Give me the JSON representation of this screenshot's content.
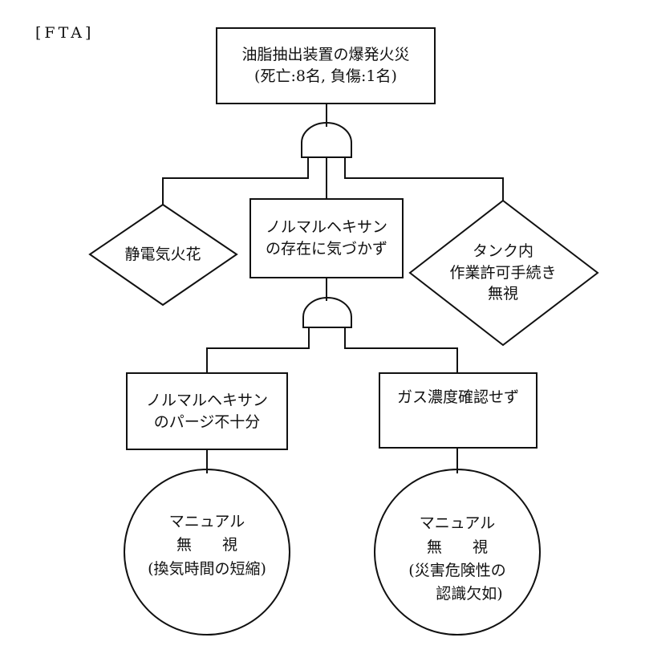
{
  "heading": "[FTA]",
  "top_event": {
    "line1": "油脂抽出装置の爆発火災",
    "line2": "(死亡:8名, 負傷:1名)"
  },
  "left_diamond": "静電気火花",
  "middle_box": {
    "line1": "ノルマルヘキサン",
    "line2": "の存在に気づかず"
  },
  "right_diamond": {
    "line1": "タンク内",
    "line2": "作業許可手続き",
    "line3": "無視"
  },
  "box_purge": {
    "line1": "ノルマルヘキサン",
    "line2": "のパージ不十分"
  },
  "box_gas": "ガス濃度確認せず",
  "circle_left": {
    "line1": "マニュアル",
    "line2": "無　　視",
    "line3": "(換気時間の短縮)"
  },
  "circle_right": {
    "line1": "マニュアル",
    "line2": "無　　視",
    "line3": "(災害危険性の",
    "line4": "認識欠如)"
  }
}
